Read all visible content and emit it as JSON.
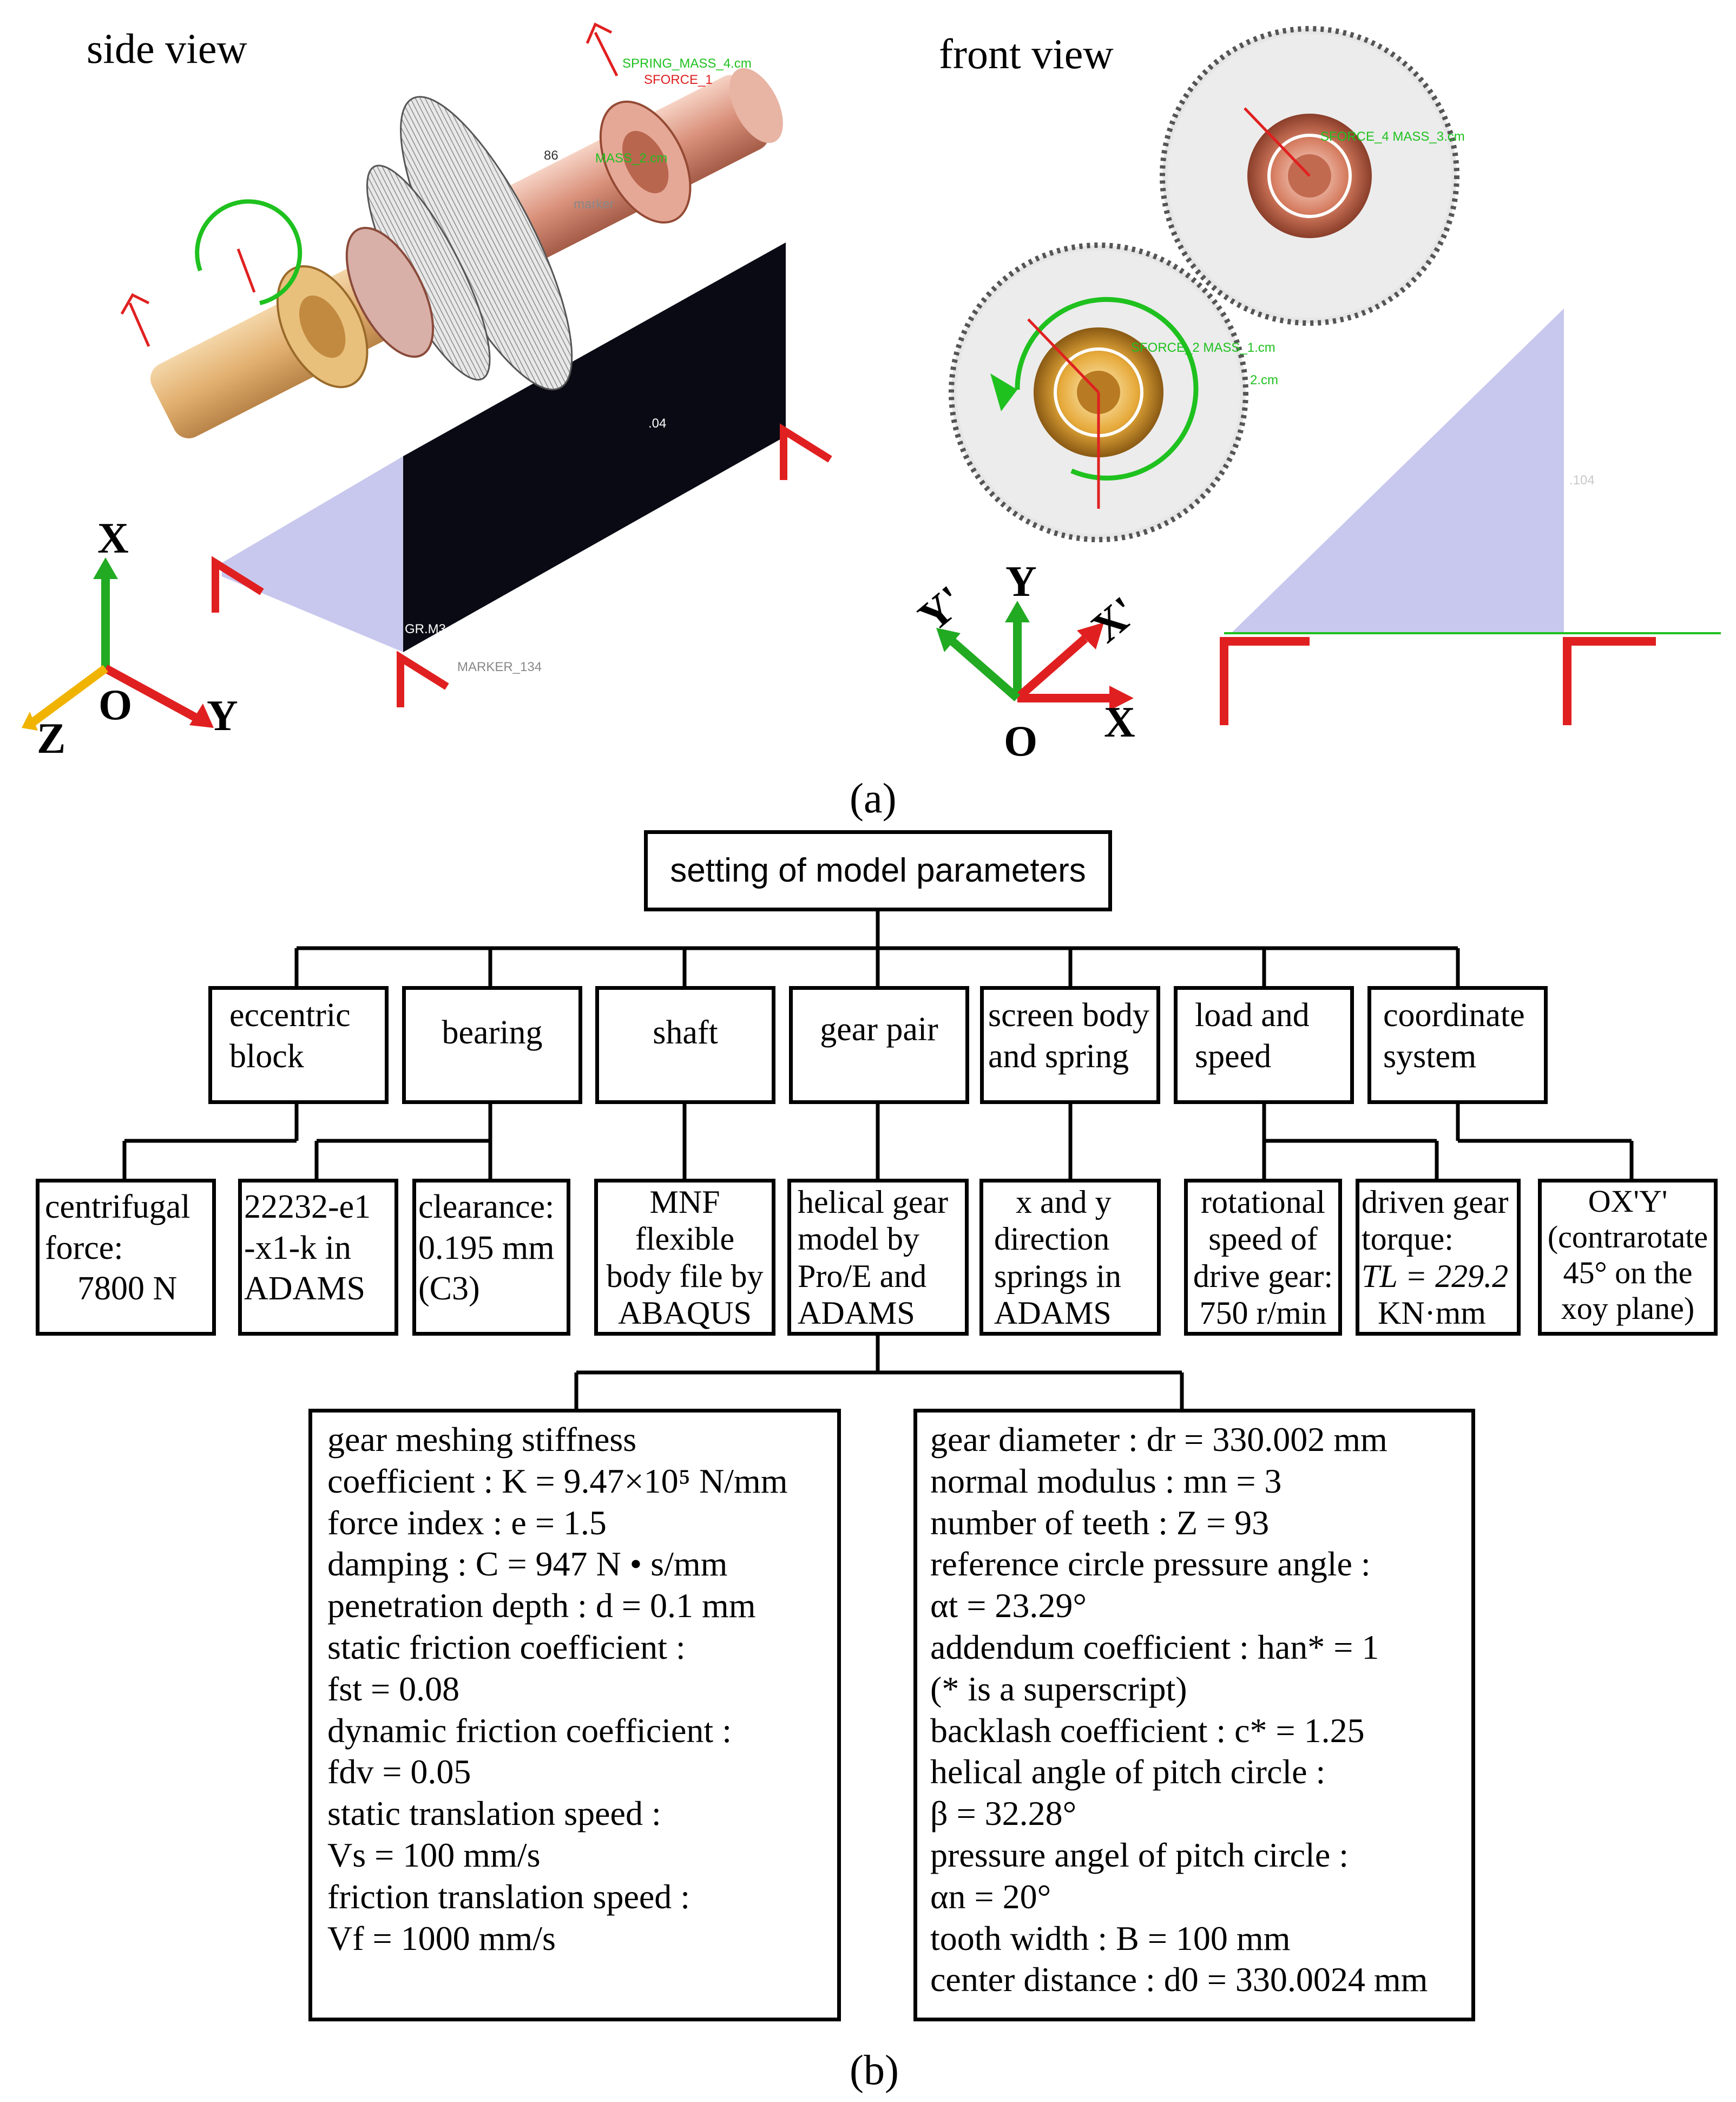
{
  "panel_a": {
    "side_view_label": "side view",
    "front_view_label": "front view",
    "side_axes": {
      "x": "X",
      "y": "Y",
      "z": "Z",
      "o": "O"
    },
    "front_axes": {
      "x": "X",
      "y": "Y",
      "x_prime": "X'",
      "y_prime": "Y'",
      "o": "O"
    },
    "sub_label": "(a)",
    "annotations": {
      "spring_marker": "SPRING_MASS_4.cm",
      "sforce": "SFORCE_1",
      "mass_2": "MASS_2.cm",
      "num_86": "86",
      "marker": "marker",
      "num_04": ".04",
      "grm": "GR.M3",
      "marker_134": "MARKER_134",
      "front_mass3": "SFORCE_4 MASS_3.cm",
      "front_mass1": "SFORCE_2 MASS_1.cm",
      "front_2cm": "2.cm",
      "front_104": ".104"
    },
    "colors": {
      "x_axis": "#e02020",
      "y_axis": "#22aa22",
      "z_axis": "#f0b400",
      "screen_dark": "#0a0a14",
      "screen_face": "#c8c8ee"
    }
  },
  "panel_b": {
    "sub_label": "(b)",
    "root": "setting of model parameters",
    "categories": [
      {
        "lines": [
          "eccentric",
          "block"
        ]
      },
      {
        "lines": [
          "bearing"
        ]
      },
      {
        "lines": [
          "shaft"
        ]
      },
      {
        "lines": [
          "gear pair"
        ]
      },
      {
        "lines": [
          "screen body",
          "and spring"
        ]
      },
      {
        "lines": [
          "load and",
          "speed"
        ]
      },
      {
        "lines": [
          "coordinate",
          "system"
        ]
      }
    ],
    "details": [
      {
        "lines": [
          "centrifugal",
          "force:",
          "7800 N"
        ]
      },
      {
        "lines": [
          "22232-e1",
          "-x1-k  in",
          "ADAMS"
        ]
      },
      {
        "lines": [
          "clearance:",
          "0.195 mm",
          "(C3)"
        ]
      },
      {
        "lines": [
          "MNF",
          "flexible",
          "body file by",
          "ABAQUS"
        ]
      },
      {
        "lines": [
          "helical gear",
          "model by",
          "Pro/E and",
          "ADAMS"
        ]
      },
      {
        "lines": [
          "x and y",
          "direction",
          "springs in",
          "ADAMS"
        ]
      },
      {
        "lines": [
          "rotational",
          "speed of",
          "drive gear:",
          "750 r/min"
        ]
      },
      {
        "lines": [
          "driven gear",
          "torque:",
          "TL = 229.2",
          "KN·mm"
        ]
      },
      {
        "lines": [
          "OX'Y'",
          "(contrarotate",
          "45° on the",
          "xoy plane)"
        ]
      }
    ],
    "meshing": [
      "gear meshing stiffness",
      "coefficient : K = 9.47×10⁵ N/mm",
      "force index : e = 1.5",
      "damping : C = 947 N • s/mm",
      "penetration depth : d = 0.1 mm",
      "static friction coefficient :",
      "fst = 0.08",
      "dynamic friction coefficient :",
      "fdv = 0.05",
      "static translation speed :",
      "Vs = 100 mm/s",
      "friction translation speed :",
      "Vf = 1000 mm/s"
    ],
    "geometry": [
      "gear diameter : dr = 330.002 mm",
      "normal modulus : mn = 3",
      "number of teeth : Z = 93",
      "reference circle pressure angle :",
      "αt = 23.29°",
      "addendum coefficient : han* = 1",
      "(* is a superscript)",
      "backlash coefficient : c* = 1.25",
      "helical angle of pitch circle :",
      "β = 32.28°",
      "pressure angel of pitch circle :",
      "αn = 20°",
      "tooth width : B = 100 mm",
      "center distance : d0 = 330.0024 mm"
    ]
  }
}
